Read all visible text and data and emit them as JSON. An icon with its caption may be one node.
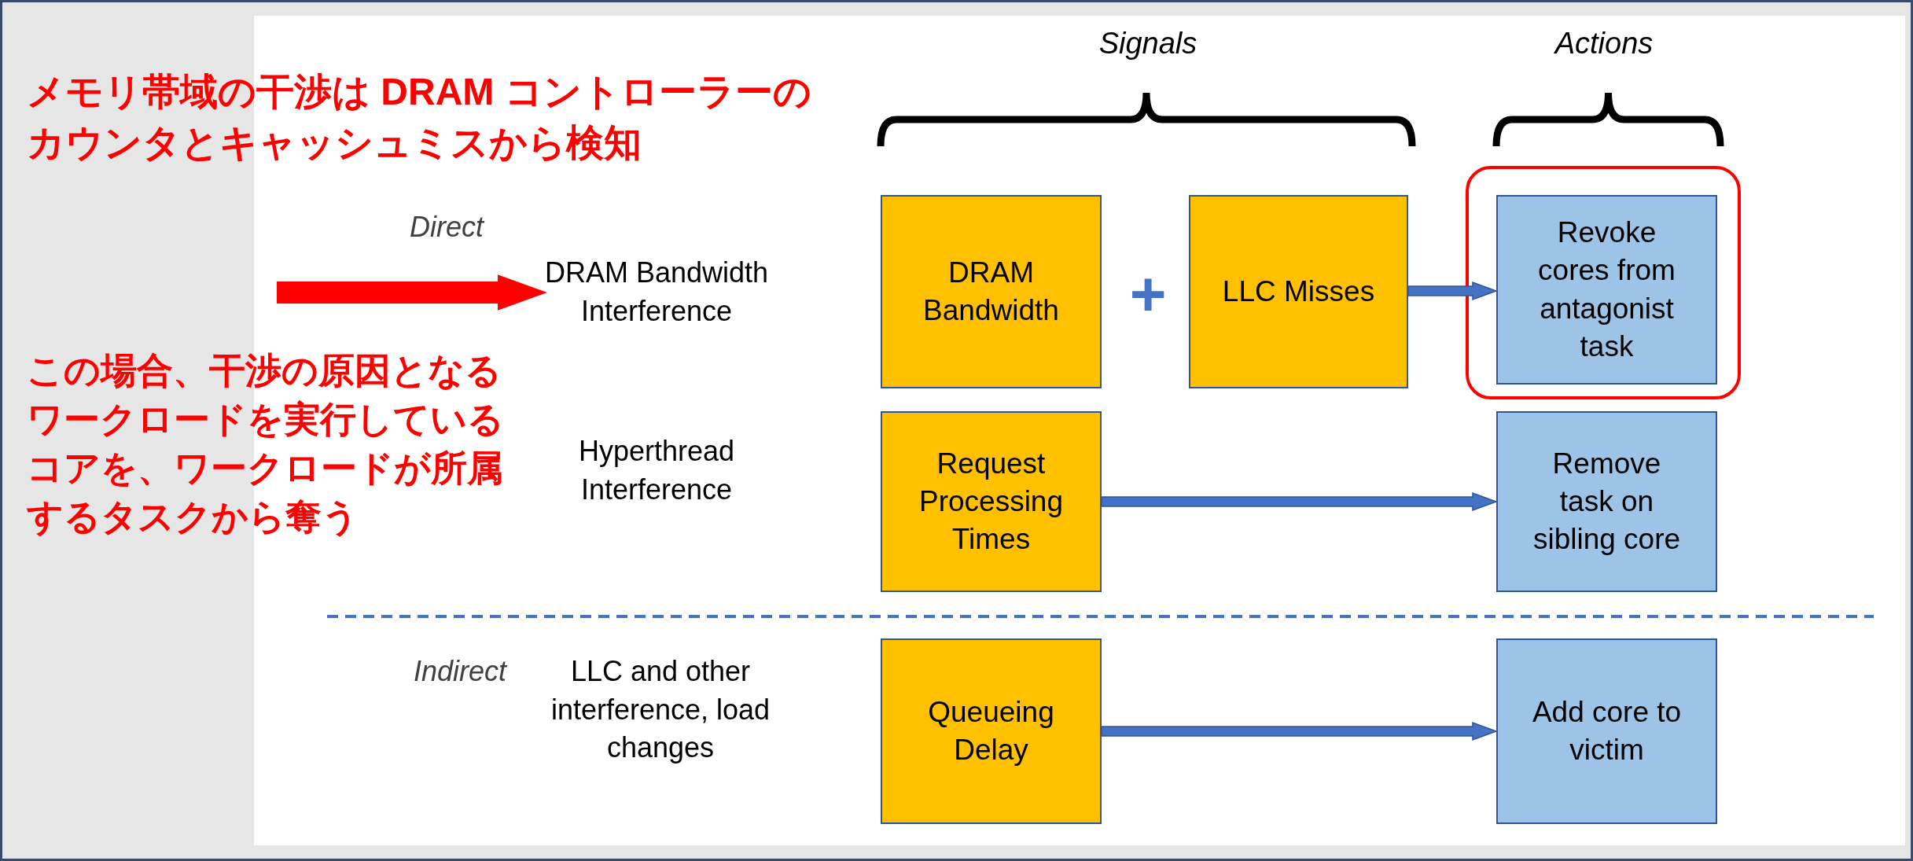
{
  "diagram": {
    "nodes": [
      {
        "text": [
          "DRAM Bandwidth Interference"
        ]
      },
      {
        "text": [
          "DRAM Bandwidth"
        ]
      },
      {
        "text": [
          "LLC Misses"
        ]
      },
      {
        "text": [
          "Revoke cores from antagonist task"
        ]
      },
      {
        "text": [
          "Request Processing Times"
        ]
      },
      {
        "text": [
          "Remove task on sibling core"
        ]
      },
      {
        "text": [
          "Queueing Delay"
        ]
      },
      {
        "text": [
          "Add core to victim"
        ]
      }
    ],
    "edges": [
      {
        "from": null,
        "to": 0,
        "arrow": "to",
        "style": "thick",
        "color": "#ff0000"
      },
      {
        "from": 2,
        "to": 3,
        "arrow": "to"
      },
      {
        "from": 4,
        "to": 5,
        "arrow": "to"
      },
      {
        "from": 6,
        "to": 7,
        "arrow": "to"
      }
    ],
    "labels": [
      "メモリ帯域の干渉は DRAM コントローラーのカウンタとキャッシュミスから検知",
      "Signals",
      "Actions",
      "Direct",
      "+",
      "この場合、干渉の原因となるワークロードを実行しているコアを、ワークロードが所属するタスクから奪う",
      "Hyperthread Interference",
      "Indirect",
      "LLC and other interference, load changes"
    ]
  }
}
